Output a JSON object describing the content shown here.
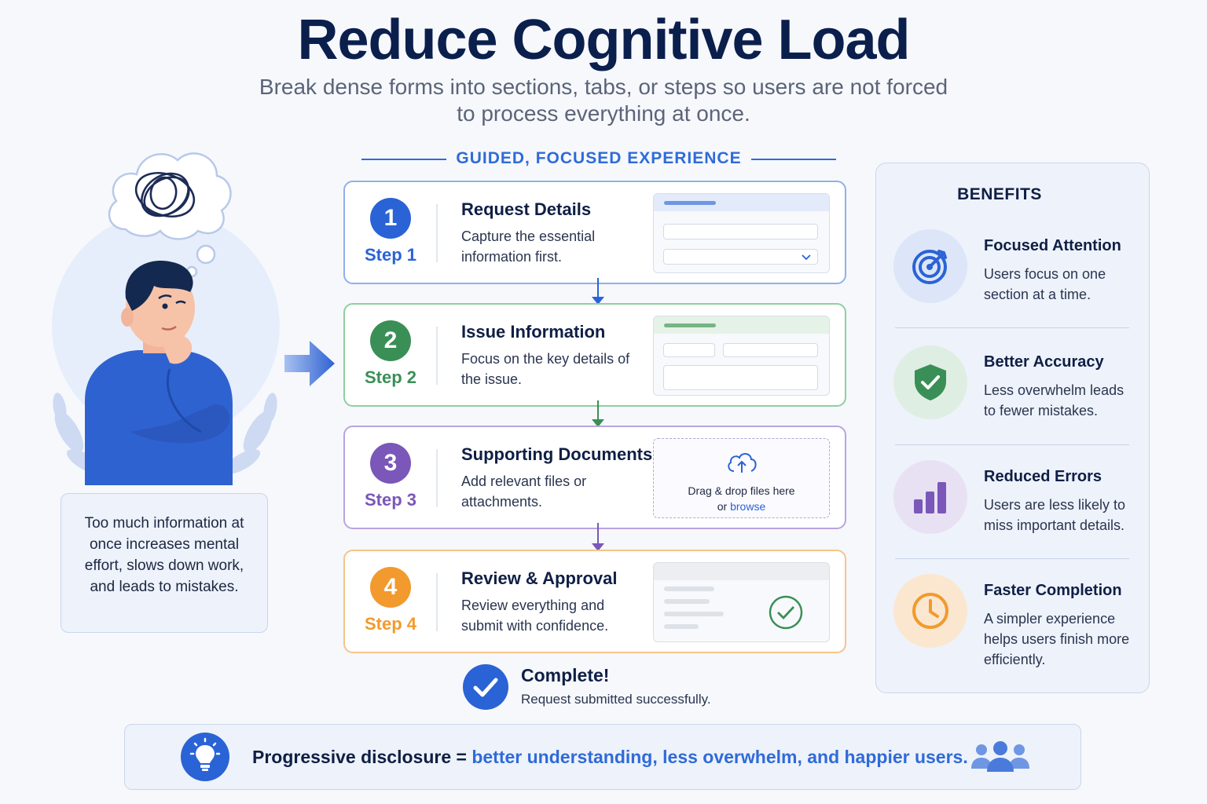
{
  "header": {
    "title": "Reduce Cognitive Load",
    "subtitle": "Break dense forms into sections, tabs, or steps so users are not forced to process everything at once."
  },
  "section_label": "GUIDED, FOCUSED EXPERIENCE",
  "left_panel": {
    "info_text": "Too much information at once increases mental effort, slows down work, and leads to mistakes."
  },
  "steps": [
    {
      "number": "1",
      "label": "Step 1",
      "title": "Request Details",
      "description": "Capture the essential information first.",
      "color": "#2a63d6"
    },
    {
      "number": "2",
      "label": "Step 2",
      "title": "Issue Information",
      "description": "Focus on the key details of the issue.",
      "color": "#3a8f57"
    },
    {
      "number": "3",
      "label": "Step 3",
      "title": "Supporting Documents",
      "description": "Add relevant files or attachments.",
      "color": "#7a57b8",
      "upload_text": "Drag & drop files here",
      "upload_or": "or",
      "upload_link": "browse"
    },
    {
      "number": "4",
      "label": "Step 4",
      "title": "Review & Approval",
      "description": "Review everything and submit with confidence.",
      "color": "#f29a2e"
    }
  ],
  "complete": {
    "title": "Complete!",
    "description": "Request submitted successfully."
  },
  "benefits": {
    "title": "BENEFITS",
    "items": [
      {
        "title": "Focused Attention",
        "description": "Users focus on one section at a time.",
        "icon": "target-icon",
        "color": "#2a63d6"
      },
      {
        "title": "Better Accuracy",
        "description": "Less overwhelm leads to fewer mistakes.",
        "icon": "shield-check-icon",
        "color": "#3a8f57"
      },
      {
        "title": "Reduced Errors",
        "description": "Users are less likely to miss important details.",
        "icon": "bar-chart-icon",
        "color": "#7a57b8"
      },
      {
        "title": "Faster Completion",
        "description": "A simpler experience helps users finish more efficiently.",
        "icon": "clock-icon",
        "color": "#f29a2e"
      }
    ]
  },
  "footer": {
    "lead": "Progressive disclosure =",
    "highlight": "better understanding, less overwhelm, and happier users.",
    "icons": [
      "lightbulb-icon",
      "users-icon"
    ]
  }
}
